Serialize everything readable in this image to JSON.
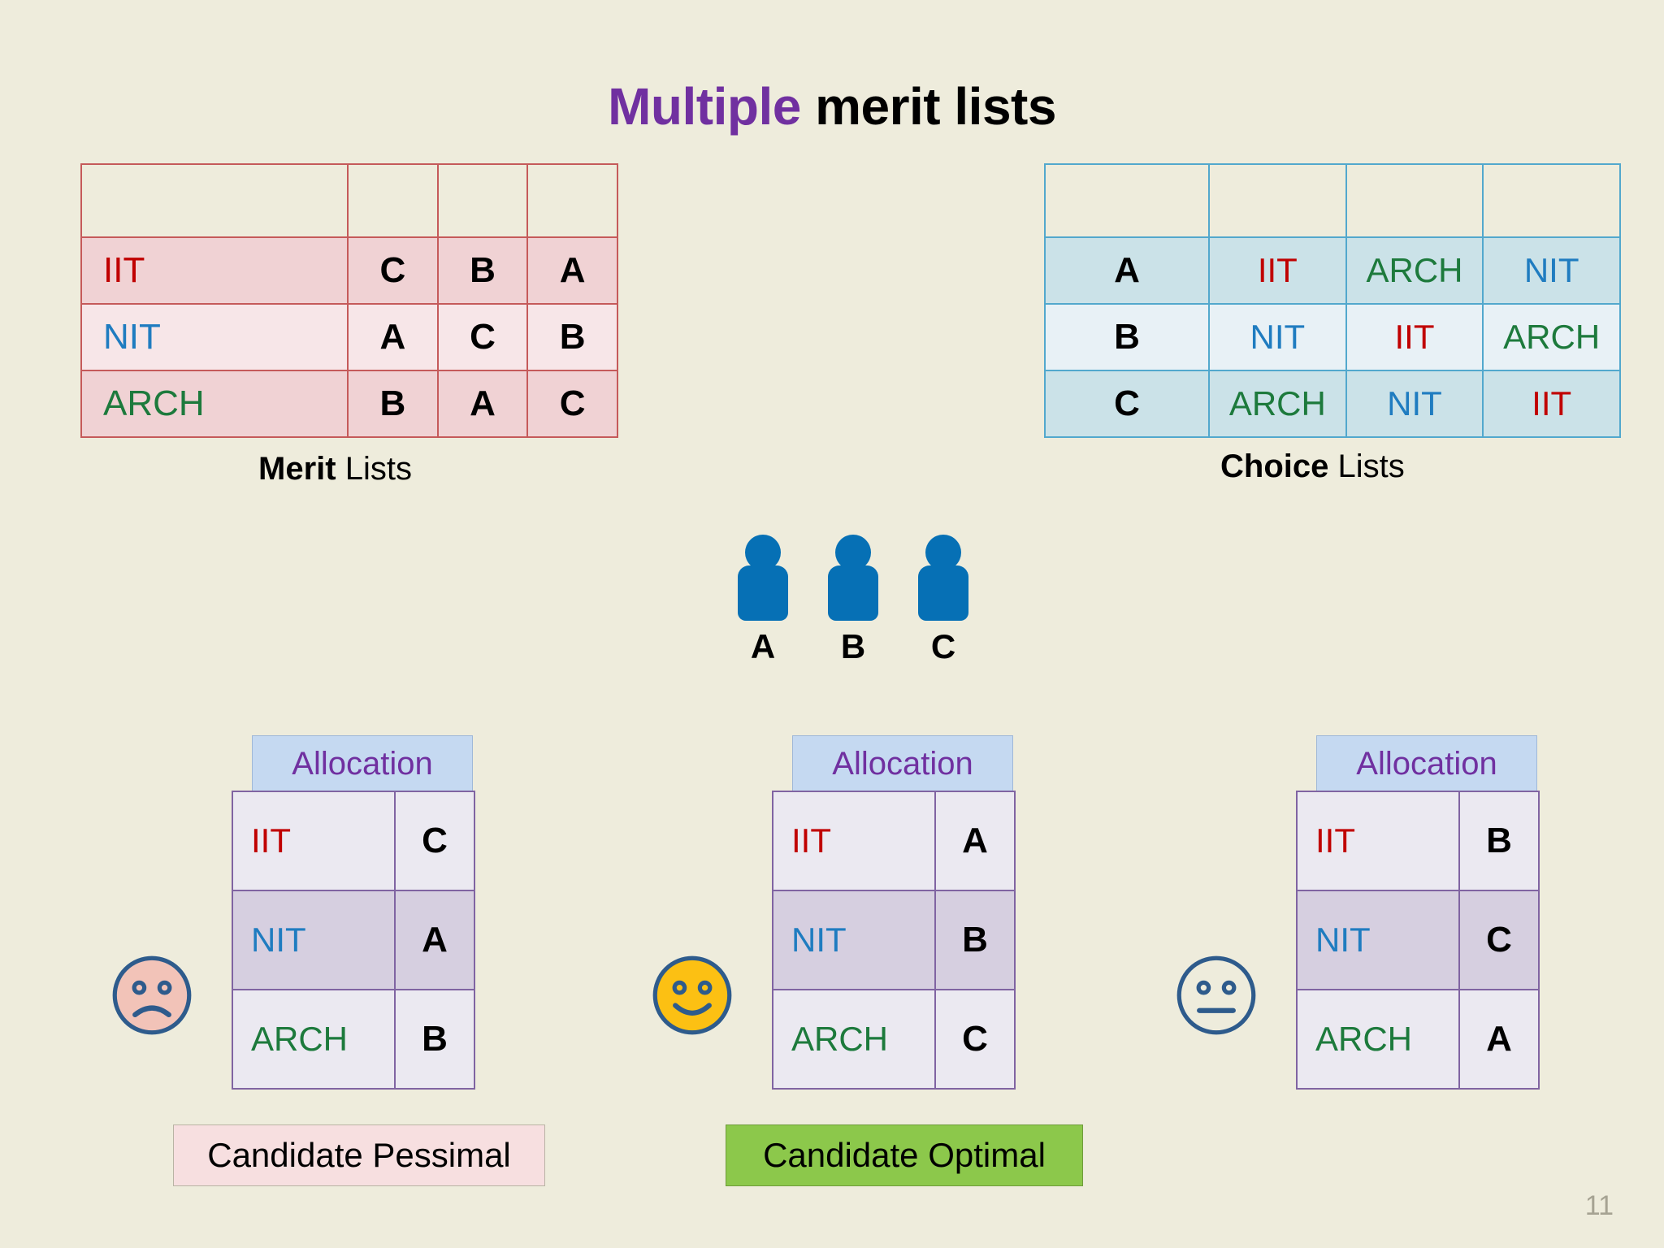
{
  "title": {
    "accent": "Multiple",
    "rest": " merit lists"
  },
  "merit": {
    "caption_bold": "Merit",
    "caption_rest": " Lists",
    "header": [
      "",
      "",
      "",
      ""
    ],
    "rows": [
      {
        "label": "IIT",
        "label_color": "#c00000",
        "values": [
          "C",
          "B",
          "A"
        ]
      },
      {
        "label": "NIT",
        "label_color": "#1f7cc0",
        "values": [
          "A",
          "C",
          "B"
        ]
      },
      {
        "label": "ARCH",
        "label_color": "#1d7a3c",
        "values": [
          "B",
          "A",
          "C"
        ]
      }
    ]
  },
  "choice": {
    "caption_bold": "Choice",
    "caption_rest": " Lists",
    "header": [
      "",
      "",
      "",
      ""
    ],
    "rows": [
      {
        "label": "A",
        "values": [
          "IIT",
          "ARCH",
          "NIT"
        ]
      },
      {
        "label": "B",
        "values": [
          "NIT",
          "IIT",
          "ARCH"
        ]
      },
      {
        "label": "C",
        "values": [
          "ARCH",
          "NIT",
          "IIT"
        ]
      }
    ]
  },
  "people": [
    {
      "label": "A",
      "icon": "person-icon"
    },
    {
      "label": "B",
      "icon": "person-icon"
    },
    {
      "label": "C",
      "icon": "person-icon"
    }
  ],
  "allocations": [
    {
      "header": "Allocation",
      "face": "sad-face-icon",
      "rows": [
        {
          "institute": "IIT",
          "candidate": "C"
        },
        {
          "institute": "NIT",
          "candidate": "A"
        },
        {
          "institute": "ARCH",
          "candidate": "B"
        }
      ],
      "outcome": "Candidate Pessimal"
    },
    {
      "header": "Allocation",
      "face": "happy-face-icon",
      "rows": [
        {
          "institute": "IIT",
          "candidate": "A"
        },
        {
          "institute": "NIT",
          "candidate": "B"
        },
        {
          "institute": "ARCH",
          "candidate": "C"
        }
      ],
      "outcome": "Candidate Optimal"
    },
    {
      "header": "Allocation",
      "face": "neutral-face-icon",
      "rows": [
        {
          "institute": "IIT",
          "candidate": "B"
        },
        {
          "institute": "NIT",
          "candidate": "C"
        },
        {
          "institute": "ARCH",
          "candidate": "A"
        }
      ],
      "outcome": ""
    }
  ],
  "colors": {
    "background": "#eeecdc",
    "title_accent": "#7030a0",
    "iit": "#c00000",
    "nit": "#1f7cc0",
    "arch": "#1d7a3c",
    "merit_border": "#c55a5a",
    "choice_border": "#52a8cd",
    "alloc_border": "#8064a2",
    "alloc_header_bg": "#c5d9f1",
    "pessimal_bg": "#f7dfe0",
    "optimal_bg": "#8cc84b",
    "person_blue": "#0670b5",
    "sad_face_fill": "#f2c3b8",
    "happy_face_fill": "#fcc013",
    "face_stroke": "#2e5b8c"
  },
  "page_number": "11"
}
